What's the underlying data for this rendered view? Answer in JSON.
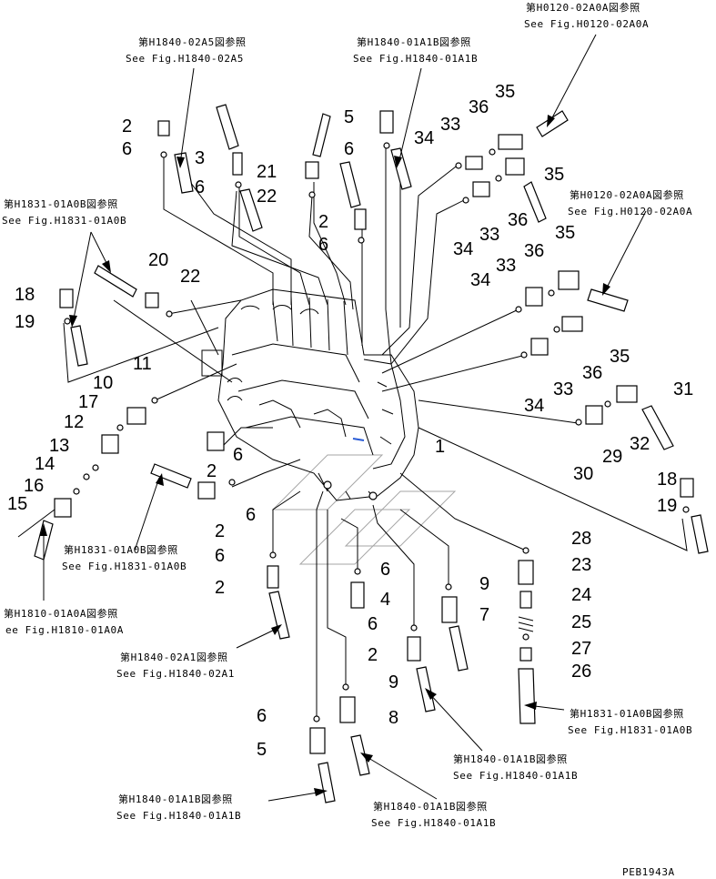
{
  "part_numbers": {
    "p1": "1",
    "p2": "2",
    "p3": "3",
    "p4": "4",
    "p5": "5",
    "p6": "6",
    "p7": "7",
    "p8": "8",
    "p9": "9",
    "p10": "10",
    "p11": "11",
    "p12": "12",
    "p13": "13",
    "p14": "14",
    "p15": "15",
    "p16": "16",
    "p17": "17",
    "p18": "18",
    "p19": "19",
    "p20": "20",
    "p21": "21",
    "p22": "22",
    "p23": "23",
    "p24": "24",
    "p25": "25",
    "p26": "26",
    "p27": "27",
    "p28": "28",
    "p29": "29",
    "p30": "30",
    "p31": "31",
    "p32": "32",
    "p33": "33",
    "p34": "34",
    "p35": "35",
    "p36": "36"
  },
  "references": {
    "r_h1840_02a5_jp": "第H1840-02A5図参照",
    "r_h1840_02a5_en": "See Fig.H1840-02A5",
    "r_h1840_01a1b_jp": "第H1840-01A1B図参照",
    "r_h1840_01a1b_en": "See Fig.H1840-01A1B",
    "r_h0120_02a0a_jp": "第H0120-02A0A図参照",
    "r_h0120_02a0a_en": "See Fig.H0120-02A0A",
    "r_h1831_01a0b_jp": "第H1831-01A0B図参照",
    "r_h1831_01a0b_en": "See Fig.H1831-01A0B",
    "r_h1810_01a0a_jp": "第H1810-01A0A図参照",
    "r_h1810_01a0a_en": "ee Fig.H1810-01A0A",
    "r_h1840_02a1_jp": "第H1840-02A1図参照",
    "r_h1840_02a1_en": "See Fig.H1840-02A1"
  },
  "drawing_code": "PEB1943A"
}
